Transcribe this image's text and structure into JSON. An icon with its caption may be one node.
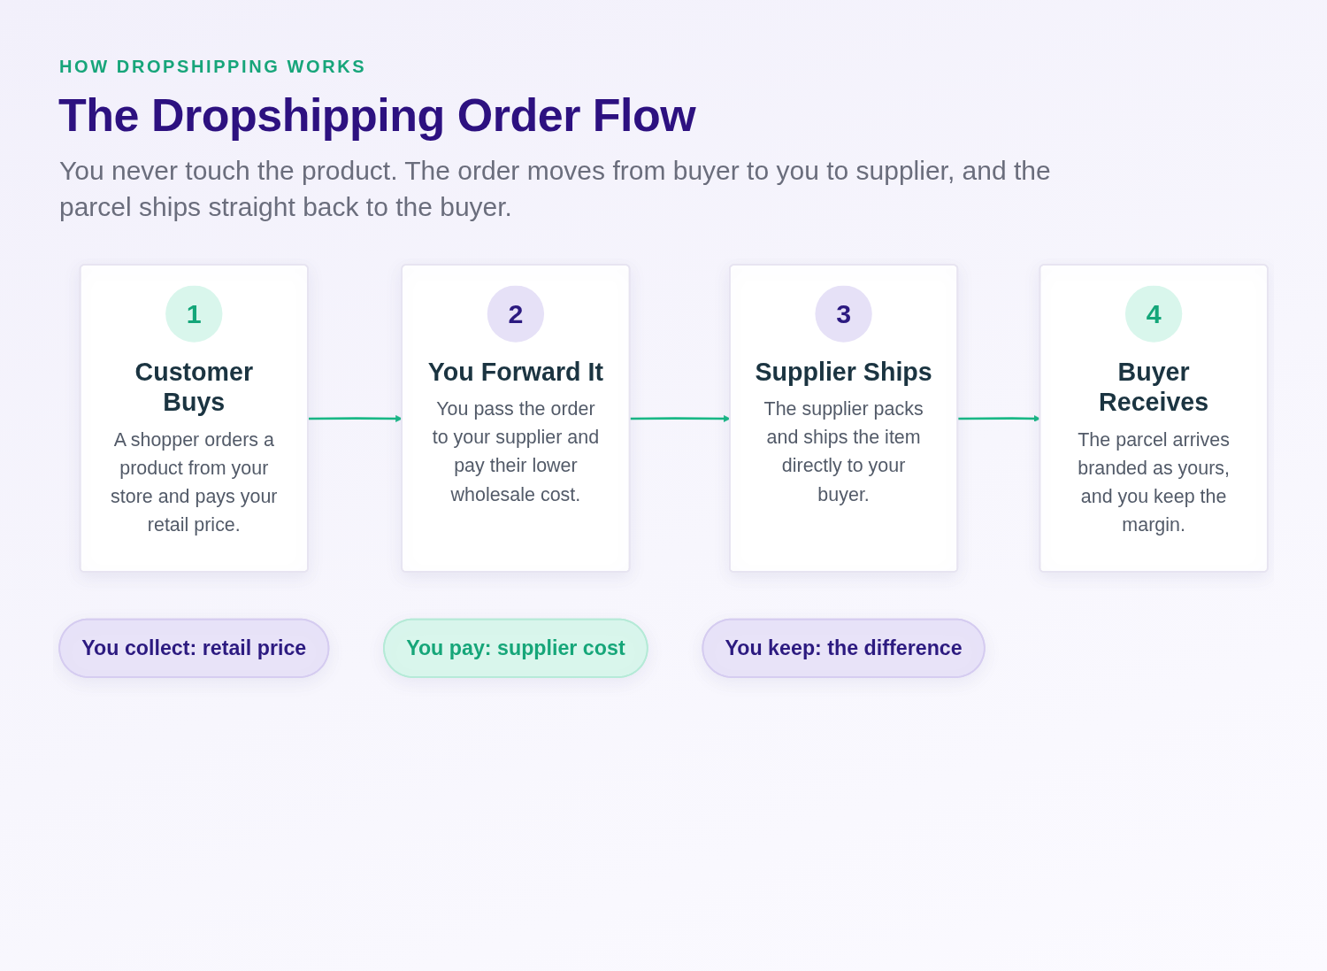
{
  "diagram": {
    "title": "The Dropshipping Order Flow",
    "nodes": [
      {
        "text": [
          "1",
          "Customer Buys",
          "A shopper orders a product from your store and pays your retail price."
        ]
      },
      {
        "text": [
          "2",
          "You Forward It",
          "You pass the order to your supplier and pay their lower wholesale cost."
        ]
      },
      {
        "text": [
          "3",
          "Supplier Ships",
          "The supplier packs and ships the item directly to your buyer."
        ]
      },
      {
        "text": [
          "4",
          "Buyer Receives",
          "The parcel arrives branded as yours, and you keep the margin."
        ]
      },
      {
        "text": [
          "You collect: retail price"
        ]
      },
      {
        "text": [
          "You pay: supplier cost"
        ]
      },
      {
        "text": [
          "You keep: the difference"
        ]
      }
    ],
    "edges": [
      {
        "from": 0,
        "to": 1,
        "arrow": "to"
      },
      {
        "from": 1,
        "to": 2,
        "arrow": "to"
      },
      {
        "from": 2,
        "to": 3,
        "arrow": "to"
      }
    ],
    "labels": [
      "HOW DROPSHIPPING WORKS",
      "You never touch the product. The order moves from buyer to you to supplier, and the parcel ships straight back to the buyer."
    ]
  }
}
